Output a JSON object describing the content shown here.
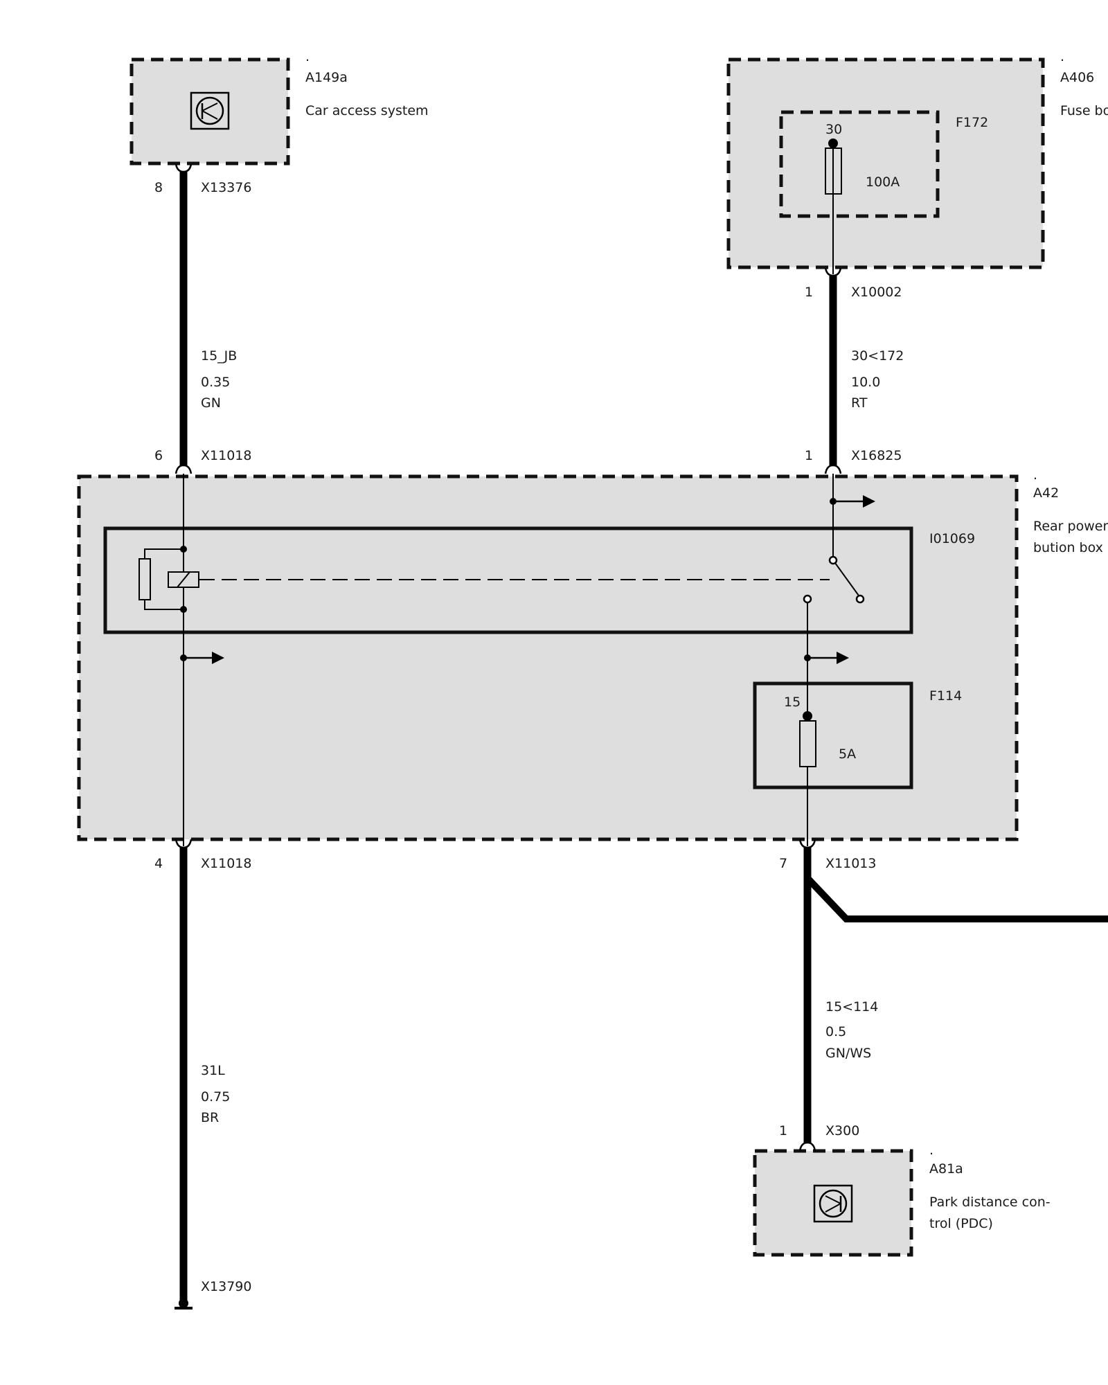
{
  "components": {
    "a149a": {
      "dot": ".",
      "id": "A149a",
      "name": "Car access system"
    },
    "a406": {
      "dot": ".",
      "id": "A406",
      "name": "Fuse box"
    },
    "f172": {
      "id": "F172",
      "terminal": "30",
      "rating": "100A"
    },
    "a42": {
      "dot": ".",
      "id": "A42",
      "name_line1": "Rear power d",
      "name_line2": "bution box"
    },
    "i01069": {
      "id": "I01069"
    },
    "f114": {
      "id": "F114",
      "terminal": "15",
      "rating": "5A"
    },
    "a81a": {
      "dot": ".",
      "id": "A81a",
      "name_line1": "Park distance con-",
      "name_line2": "trol (PDC)"
    }
  },
  "connectors": {
    "x13376": {
      "pin": "8",
      "id": "X13376"
    },
    "x10002": {
      "pin": "1",
      "id": "X10002"
    },
    "x11018_top": {
      "pin": "6",
      "id": "X11018"
    },
    "x16825": {
      "pin": "1",
      "id": "X16825"
    },
    "x11018_bottom": {
      "pin": "4",
      "id": "X11018"
    },
    "x11013": {
      "pin": "7",
      "id": "X11013"
    },
    "x300": {
      "pin": "1",
      "id": "X300"
    },
    "x13790": {
      "id": "X13790"
    }
  },
  "wires": {
    "w15jb": {
      "signal": "15_JB",
      "gauge": "0.35",
      "color": "GN"
    },
    "w30": {
      "signal": "30<172",
      "gauge": "10.0",
      "color": "RT"
    },
    "w31l": {
      "signal": "31L",
      "gauge": "0.75",
      "color": "BR"
    },
    "w15": {
      "signal": "15<114",
      "gauge": "0.5",
      "color": "GN/WS"
    }
  },
  "colors": {
    "box_fill": "#dedede",
    "line": "#000000",
    "text": "#1a1a1a"
  },
  "icons": [
    "control-unit-icon",
    "fuse-icon",
    "relay-coil-icon",
    "switch-icon",
    "arrow-icon",
    "ground-icon"
  ]
}
